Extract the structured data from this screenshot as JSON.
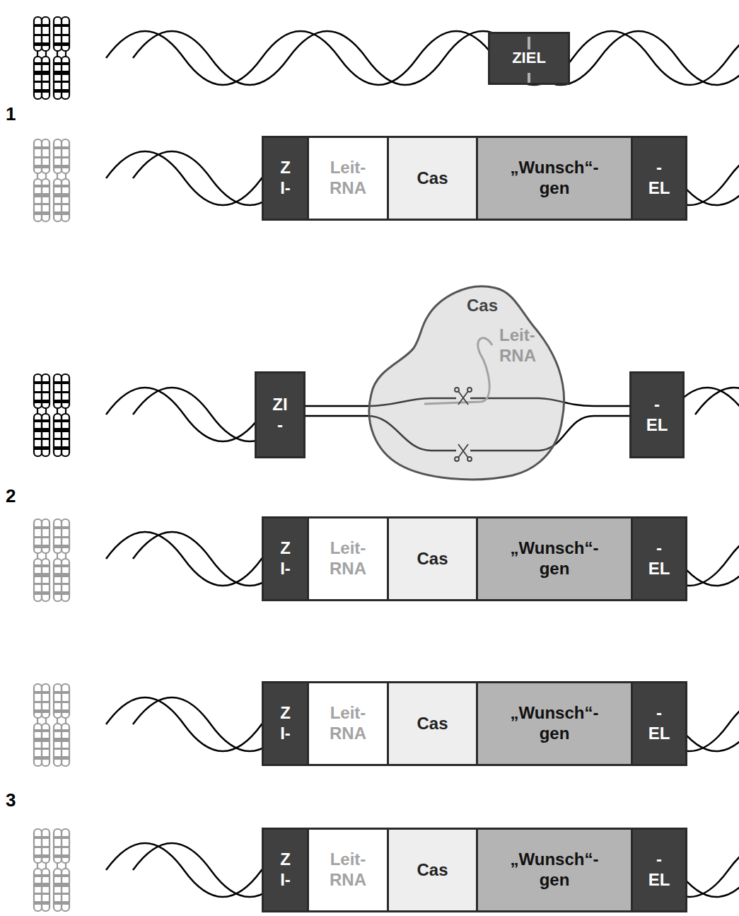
{
  "diagram": {
    "nodes": [
      {
        "text": [
          "ZIEL"
        ]
      },
      {
        "text": [
          "Z I-"
        ]
      },
      {
        "text": [
          "Leit- RNA"
        ]
      },
      {
        "text": [
          "Cas"
        ]
      },
      {
        "text": [
          "„Wunsch“- gen"
        ]
      },
      {
        "text": [
          "- EL"
        ]
      },
      {
        "text": [
          "ZI -"
        ]
      },
      {
        "text": [
          "Cas",
          "Leit- RNA"
        ]
      },
      {
        "text": [
          "- EL"
        ]
      },
      {
        "text": [
          "Z I-"
        ]
      },
      {
        "text": [
          "Leit- RNA"
        ]
      },
      {
        "text": [
          "Cas"
        ]
      },
      {
        "text": [
          "„Wunsch“- gen"
        ]
      },
      {
        "text": [
          "- EL"
        ]
      },
      {
        "text": [
          "Z I-"
        ]
      },
      {
        "text": [
          "Leit- RNA"
        ]
      },
      {
        "text": [
          "Cas"
        ]
      },
      {
        "text": [
          "„Wunsch“- gen"
        ]
      },
      {
        "text": [
          "- EL"
        ]
      },
      {
        "text": [
          "Z I-"
        ]
      },
      {
        "text": [
          "Leit- RNA"
        ]
      },
      {
        "text": [
          "Cas"
        ]
      },
      {
        "text": [
          "„Wunsch“- gen"
        ]
      },
      {
        "text": [
          "- EL"
        ]
      }
    ],
    "labels": [
      "1",
      "2",
      "3"
    ]
  }
}
